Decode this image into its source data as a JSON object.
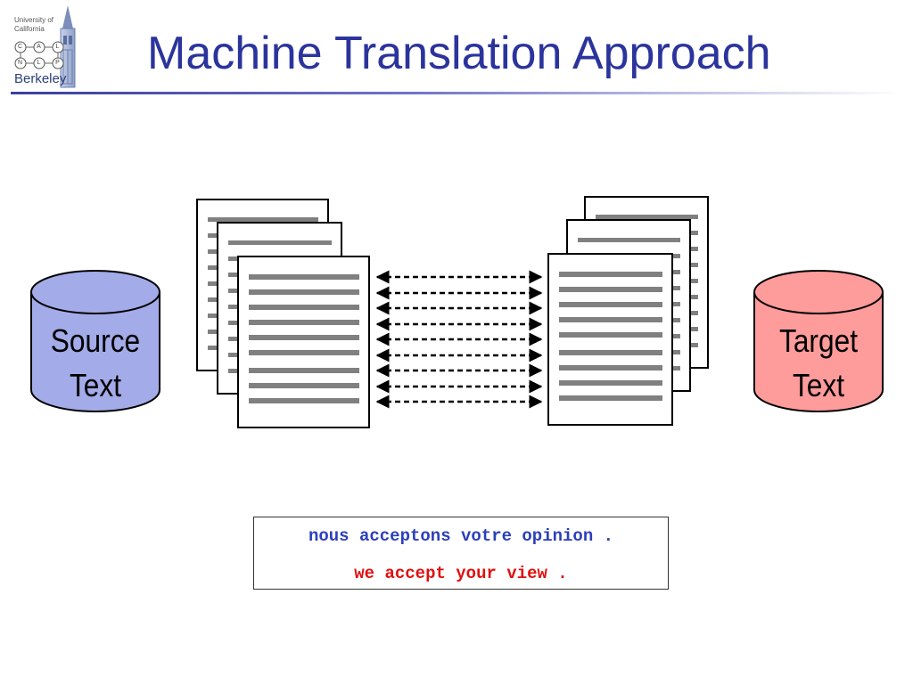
{
  "slide": {
    "title": "Machine Translation Approach",
    "title_color": "#2b349c"
  },
  "logo": {
    "line1": "University of",
    "line2": "California",
    "letters": [
      "C",
      "A",
      "L",
      "N",
      "L",
      "P"
    ],
    "name": "Berkeley"
  },
  "diagram": {
    "source_db": {
      "line1": "Source",
      "line2": "Text",
      "color": "#a3abe8"
    },
    "target_db": {
      "line1": "Target",
      "line2": "Text",
      "color": "#fe9b9b"
    },
    "arrow_pairs": 9
  },
  "example": {
    "french": "nous acceptons votre opinion .",
    "english": "we accept your view .",
    "french_color": "#2c3fbb",
    "english_color": "#e01010"
  }
}
